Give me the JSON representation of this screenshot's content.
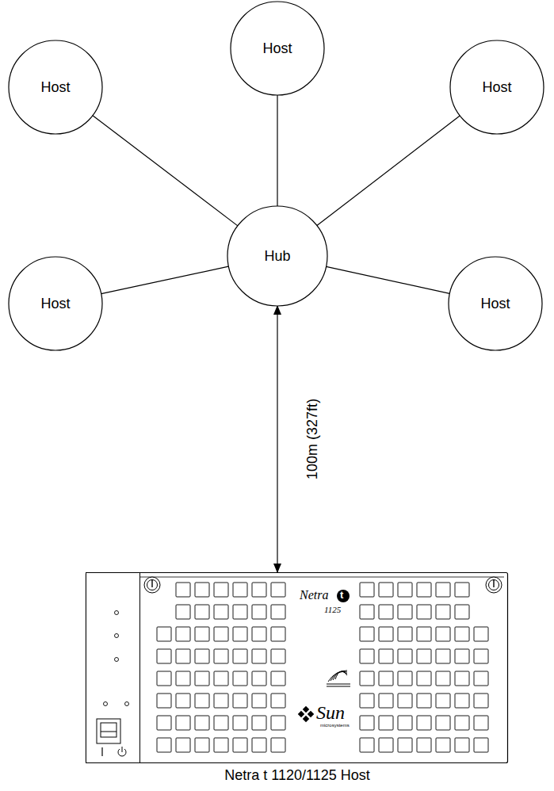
{
  "diagram": {
    "nodes": [
      {
        "text": [
          "Host"
        ]
      },
      {
        "text": [
          "Host"
        ]
      },
      {
        "text": [
          "Host"
        ]
      },
      {
        "text": [
          "Hub"
        ]
      },
      {
        "text": [
          "Host"
        ]
      },
      {
        "text": [
          "Host"
        ]
      },
      {
        "text": [
          "Netra t 1120/1125 Host"
        ]
      }
    ],
    "edges": [
      {
        "from": 3,
        "to": 0,
        "arrow": "none"
      },
      {
        "from": 3,
        "to": 1,
        "arrow": "none"
      },
      {
        "from": 3,
        "to": 2,
        "arrow": "none"
      },
      {
        "from": 3,
        "to": 4,
        "arrow": "none"
      },
      {
        "from": 3,
        "to": 5,
        "arrow": "none"
      },
      {
        "from": 3,
        "to": 6,
        "label": "100m (327ft)",
        "arrow": "both"
      }
    ],
    "labels": [
      "Netra",
      "t",
      "1125",
      "Sun",
      "microsystems"
    ]
  }
}
